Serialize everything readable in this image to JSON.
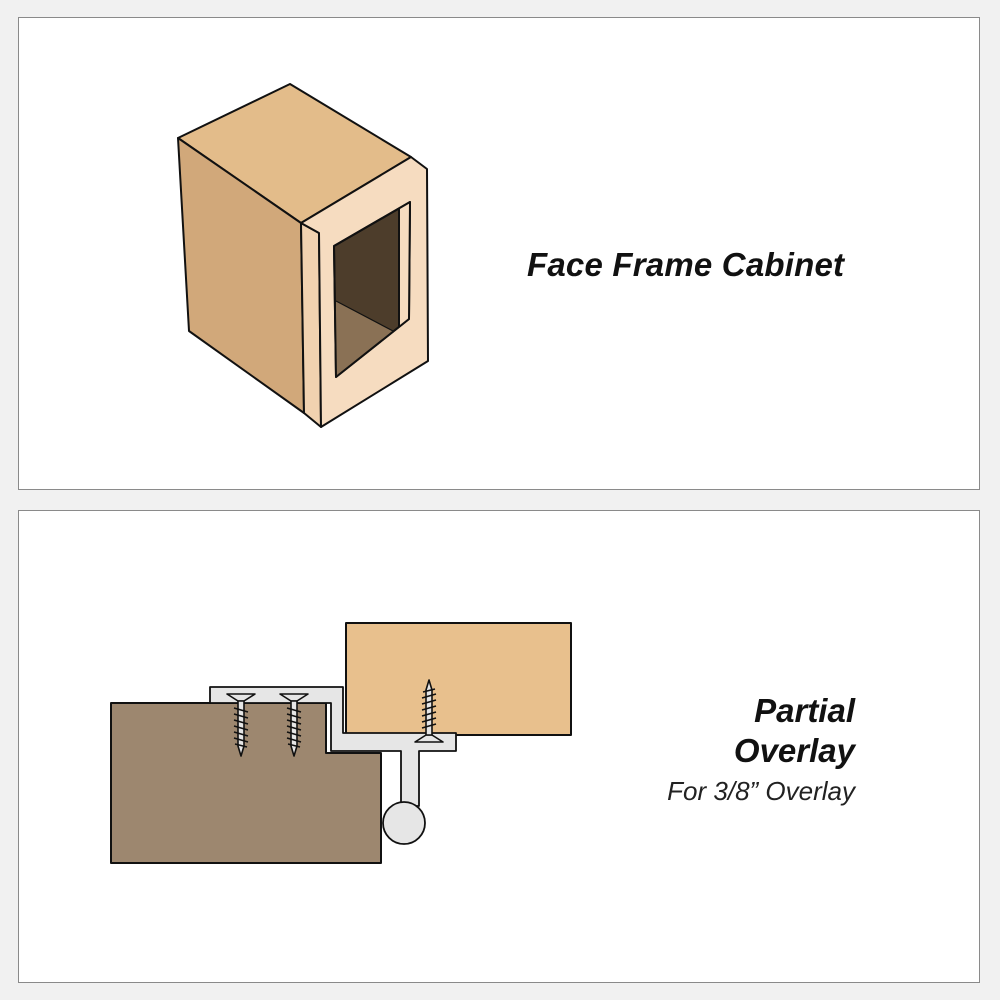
{
  "top_panel": {
    "title": "Face Frame Cabinet",
    "icon": "face-frame-cabinet-illustration"
  },
  "bottom_panel": {
    "title_line1": "Partial",
    "title_line2": "Overlay",
    "subtitle": "For 3/8” Overlay",
    "icon": "partial-overlay-hinge-cross-section"
  },
  "colors": {
    "cabinet_top": "#e3bc8a",
    "cabinet_side": "#d1a87a",
    "face_frame": "#f6dcc0",
    "cabinet_interior": "#4d3d2b",
    "cabinet_floor": "#8a7155",
    "door": "#e8c08d",
    "frame_section": "#9d876f",
    "hinge_metal": "#e6e6e6",
    "outline": "#111111"
  }
}
